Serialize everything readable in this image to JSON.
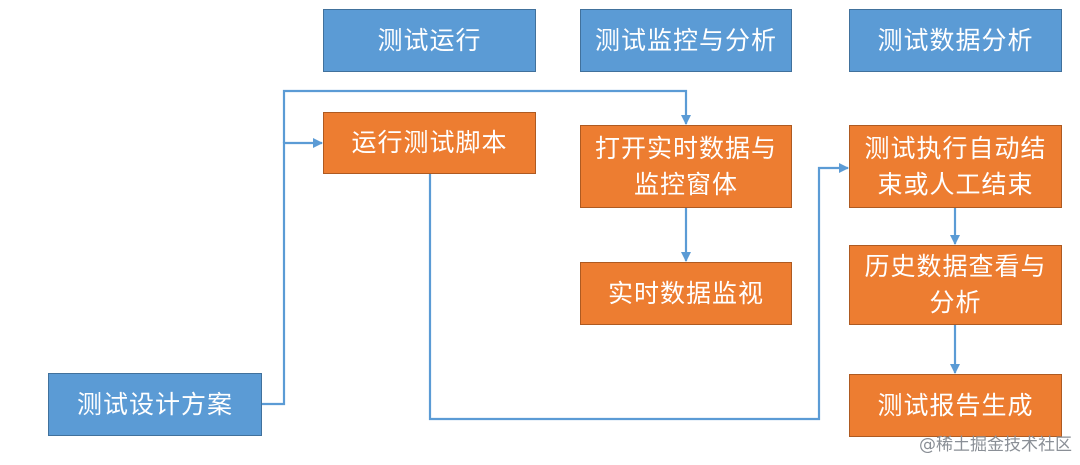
{
  "colors": {
    "blue_fill": "#5b9bd5",
    "blue_border": "#41719c",
    "orange_fill": "#ed7d31",
    "orange_border": "#ae5a21",
    "connector": "#5b9bd5"
  },
  "headers": {
    "run": "测试运行",
    "monitor": "测试监控与分析",
    "data": "测试数据分析"
  },
  "nodes": {
    "design": "测试设计方案",
    "run_script": "运行测试脚本",
    "open_monitor": "打开实时数据与监控窗体",
    "realtime_monitor": "实时数据监视",
    "end_test": "测试执行自动结束或人工结束",
    "history": "历史数据查看与分析",
    "report": "测试报告生成"
  },
  "watermark": "@稀土掘金技术社区"
}
